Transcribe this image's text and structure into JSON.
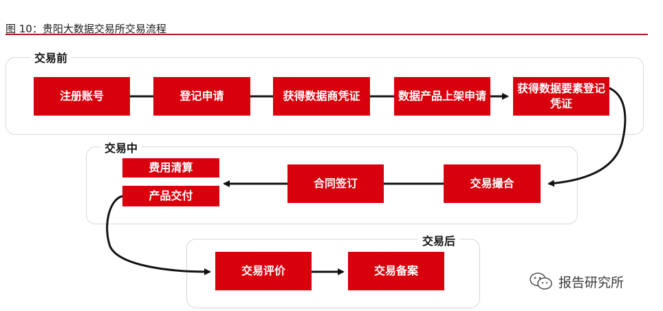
{
  "figure": {
    "title": "图 10：贵阳大数据交易所交易流程"
  },
  "stages": {
    "pre": {
      "label": "交易前"
    },
    "mid": {
      "label": "交易中"
    },
    "post": {
      "label": "交易后"
    }
  },
  "steps": {
    "register": "注册账号",
    "apply": "登记申请",
    "merchant_cert": "获得数据商凭证",
    "listing": "数据产品上架申请",
    "element_cert": "获得数据要素登记凭证",
    "matching": "交易撮合",
    "contract": "合同签订",
    "settlement": "费用清算",
    "delivery": "产品交付",
    "evaluation": "交易评价",
    "filing": "交易备案"
  },
  "watermark": {
    "text": "报告研究所",
    "icon": "wechat-icon"
  },
  "colors": {
    "box": "#d9000d",
    "accent_rule": "#b5121b",
    "connector": "#111111",
    "group_border": "#d6d6d6"
  }
}
